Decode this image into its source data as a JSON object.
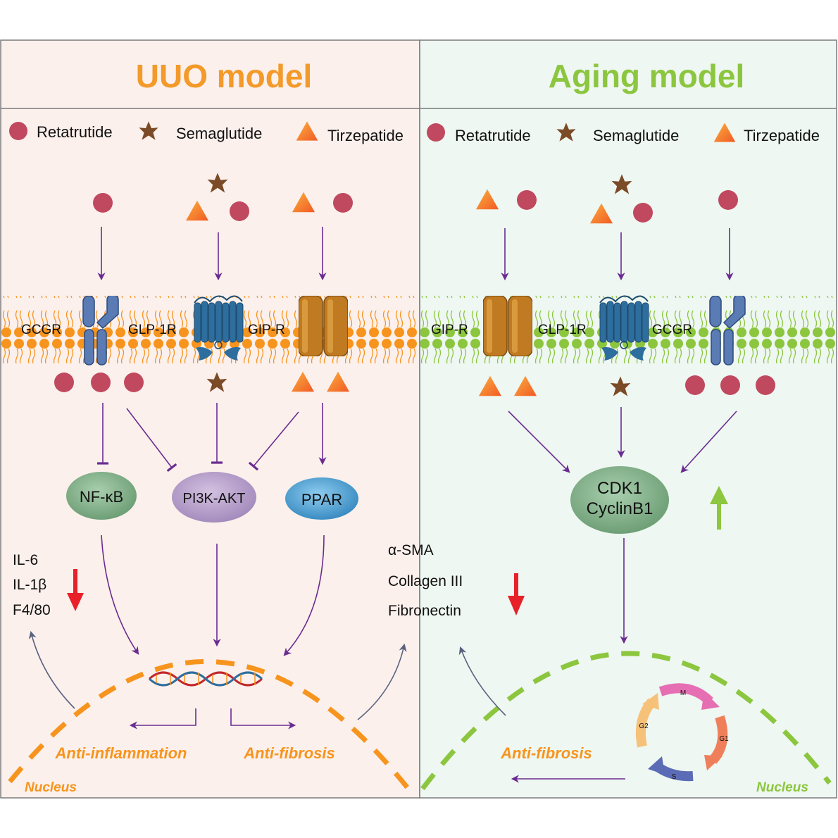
{
  "colors": {
    "uuo_title": "#f39a2a",
    "aging_title": "#8cc63f",
    "uuo_bg": "#fbf0ec",
    "aging_bg": "#eef7f1",
    "retatrutide": "#c0485f",
    "semaglutide": "#7b4a26",
    "tirzepatide": "#f7941d",
    "arrow": "#6a2c91",
    "up_arrow": "#8dc63f",
    "down_arrow": "#e8202a",
    "uuo_membrane": "#f7941d",
    "aging_membrane": "#8cc63f",
    "nfkb": "#7fae84",
    "pi3k": "#b49ac8",
    "ppar": "#4d9fd0",
    "cdk1": "#7fae84",
    "gcgr": "#5b7bb5",
    "glp1r": "#2e6e9e",
    "gipr": "#c07a22"
  },
  "uuo": {
    "title": "UUO model",
    "legend": {
      "retatrutide": "Retatrutide",
      "semaglutide": "Semaglutide",
      "tirzepatide": "Tirzepatide"
    },
    "receptors": {
      "gcgr": "GCGR",
      "glp1r": "GLP-1R",
      "gipr": "GIP-R"
    },
    "pathways": {
      "nfkb": "NF-κB",
      "pi3k": "PI3K-AKT",
      "ppar": "PPAR"
    },
    "inflammation_markers": [
      "IL-6",
      "IL-1β",
      "F4/80"
    ],
    "fibrosis_markers": [
      "α-SMA",
      "Collagen III",
      "Fibronectin"
    ],
    "outcomes": {
      "inflammation": "Anti-inflammation",
      "fibrosis": "Anti-fibrosis"
    },
    "nucleus": "Nucleus"
  },
  "aging": {
    "title": "Aging model",
    "legend": {
      "retatrutide": "Retatrutide",
      "semaglutide": "Semaglutide",
      "tirzepatide": "Tirzepatide"
    },
    "receptors": {
      "gipr": "GIP-R",
      "glp1r": "GLP-1R",
      "gcgr": "GCGR"
    },
    "target": {
      "line1": "CDK1",
      "line2": "CyclinB1"
    },
    "cell_cycle": {
      "m": "M",
      "g1": "G1",
      "s": "S",
      "g2": "G2"
    },
    "outcome": "Anti-fibrosis",
    "nucleus": "Nucleus"
  }
}
